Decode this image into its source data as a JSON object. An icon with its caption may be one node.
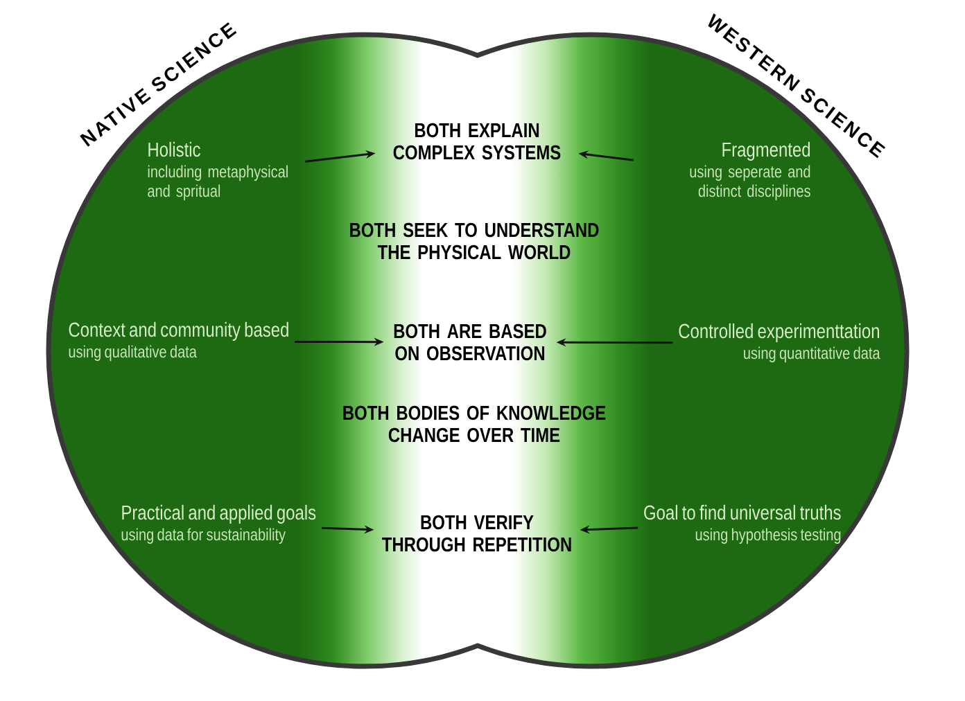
{
  "diagram": {
    "nodes": [
      {
        "text": [
          "NATIVE SCIENCE"
        ]
      },
      {
        "text": [
          "WESTERN SCIENCE"
        ]
      },
      {
        "text": [
          "Holistic",
          "including metaphysical and spritual"
        ],
        "in": 0
      },
      {
        "text": [
          "BOTH EXPLAIN COMPLEX SYSTEMS"
        ]
      },
      {
        "text": [
          "Fragmented",
          "using seperate and distinct disciplines"
        ],
        "in": 1
      },
      {
        "text": [
          "Context and community based",
          "using qualitative data"
        ],
        "in": 0
      },
      {
        "text": [
          "BOTH ARE BASED ON OBSERVATION"
        ]
      },
      {
        "text": [
          "Controlled experimenttation",
          "using quantitative data"
        ],
        "in": 1
      },
      {
        "text": [
          "Practical and applied goals",
          "using data for sustainability"
        ],
        "in": 0
      },
      {
        "text": [
          "BOTH VERIFY THROUGH REPETITION"
        ]
      },
      {
        "text": [
          "Goal to find universal truths",
          "using hypothesis testing"
        ],
        "in": 1
      }
    ],
    "edges": [
      {
        "from": 2,
        "to": 3,
        "arrow": "to"
      },
      {
        "from": 4,
        "to": 3,
        "arrow": "to"
      },
      {
        "from": 5,
        "to": 6,
        "arrow": "to"
      },
      {
        "from": 7,
        "to": 6,
        "arrow": "to"
      },
      {
        "from": 8,
        "to": 9,
        "arrow": "to"
      },
      {
        "from": 10,
        "to": 9,
        "arrow": "to"
      }
    ],
    "labels": [
      "BOTH SEEK TO UNDERSTAND THE PHYSICAL WORLD",
      "BOTH BODIES OF KNOWLEDGE CHANGE OVER TIME"
    ]
  }
}
